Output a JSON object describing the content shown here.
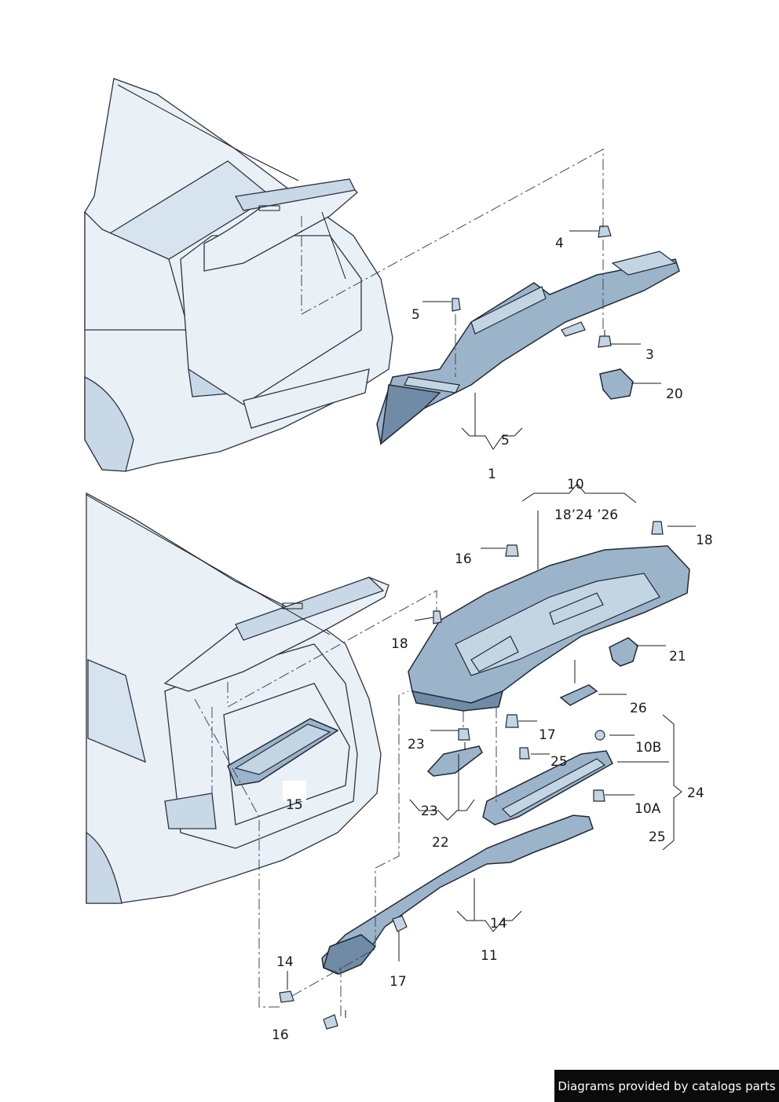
{
  "callouts": {
    "c1": "1",
    "c3": "3",
    "c4": "4",
    "c5a": "5",
    "c5b": "5",
    "c20": "20",
    "c10": "10",
    "c18_24_26": "18’24  ’26",
    "c16a": "16",
    "c18a": "18",
    "c18b": "18",
    "c21": "21",
    "c26": "26",
    "c17a": "17",
    "c23a": "23",
    "c10b": "10B",
    "c25a": "25",
    "c24": "24",
    "c10a": "10A",
    "c25b": "25",
    "c15": "15",
    "c23b": "23",
    "c22": "22",
    "c14a": "14",
    "c11": "11",
    "c17b": "17",
    "c14b": "14",
    "c16b": "16"
  },
  "footer": {
    "text": "Diagrams provided by catalogs parts"
  }
}
